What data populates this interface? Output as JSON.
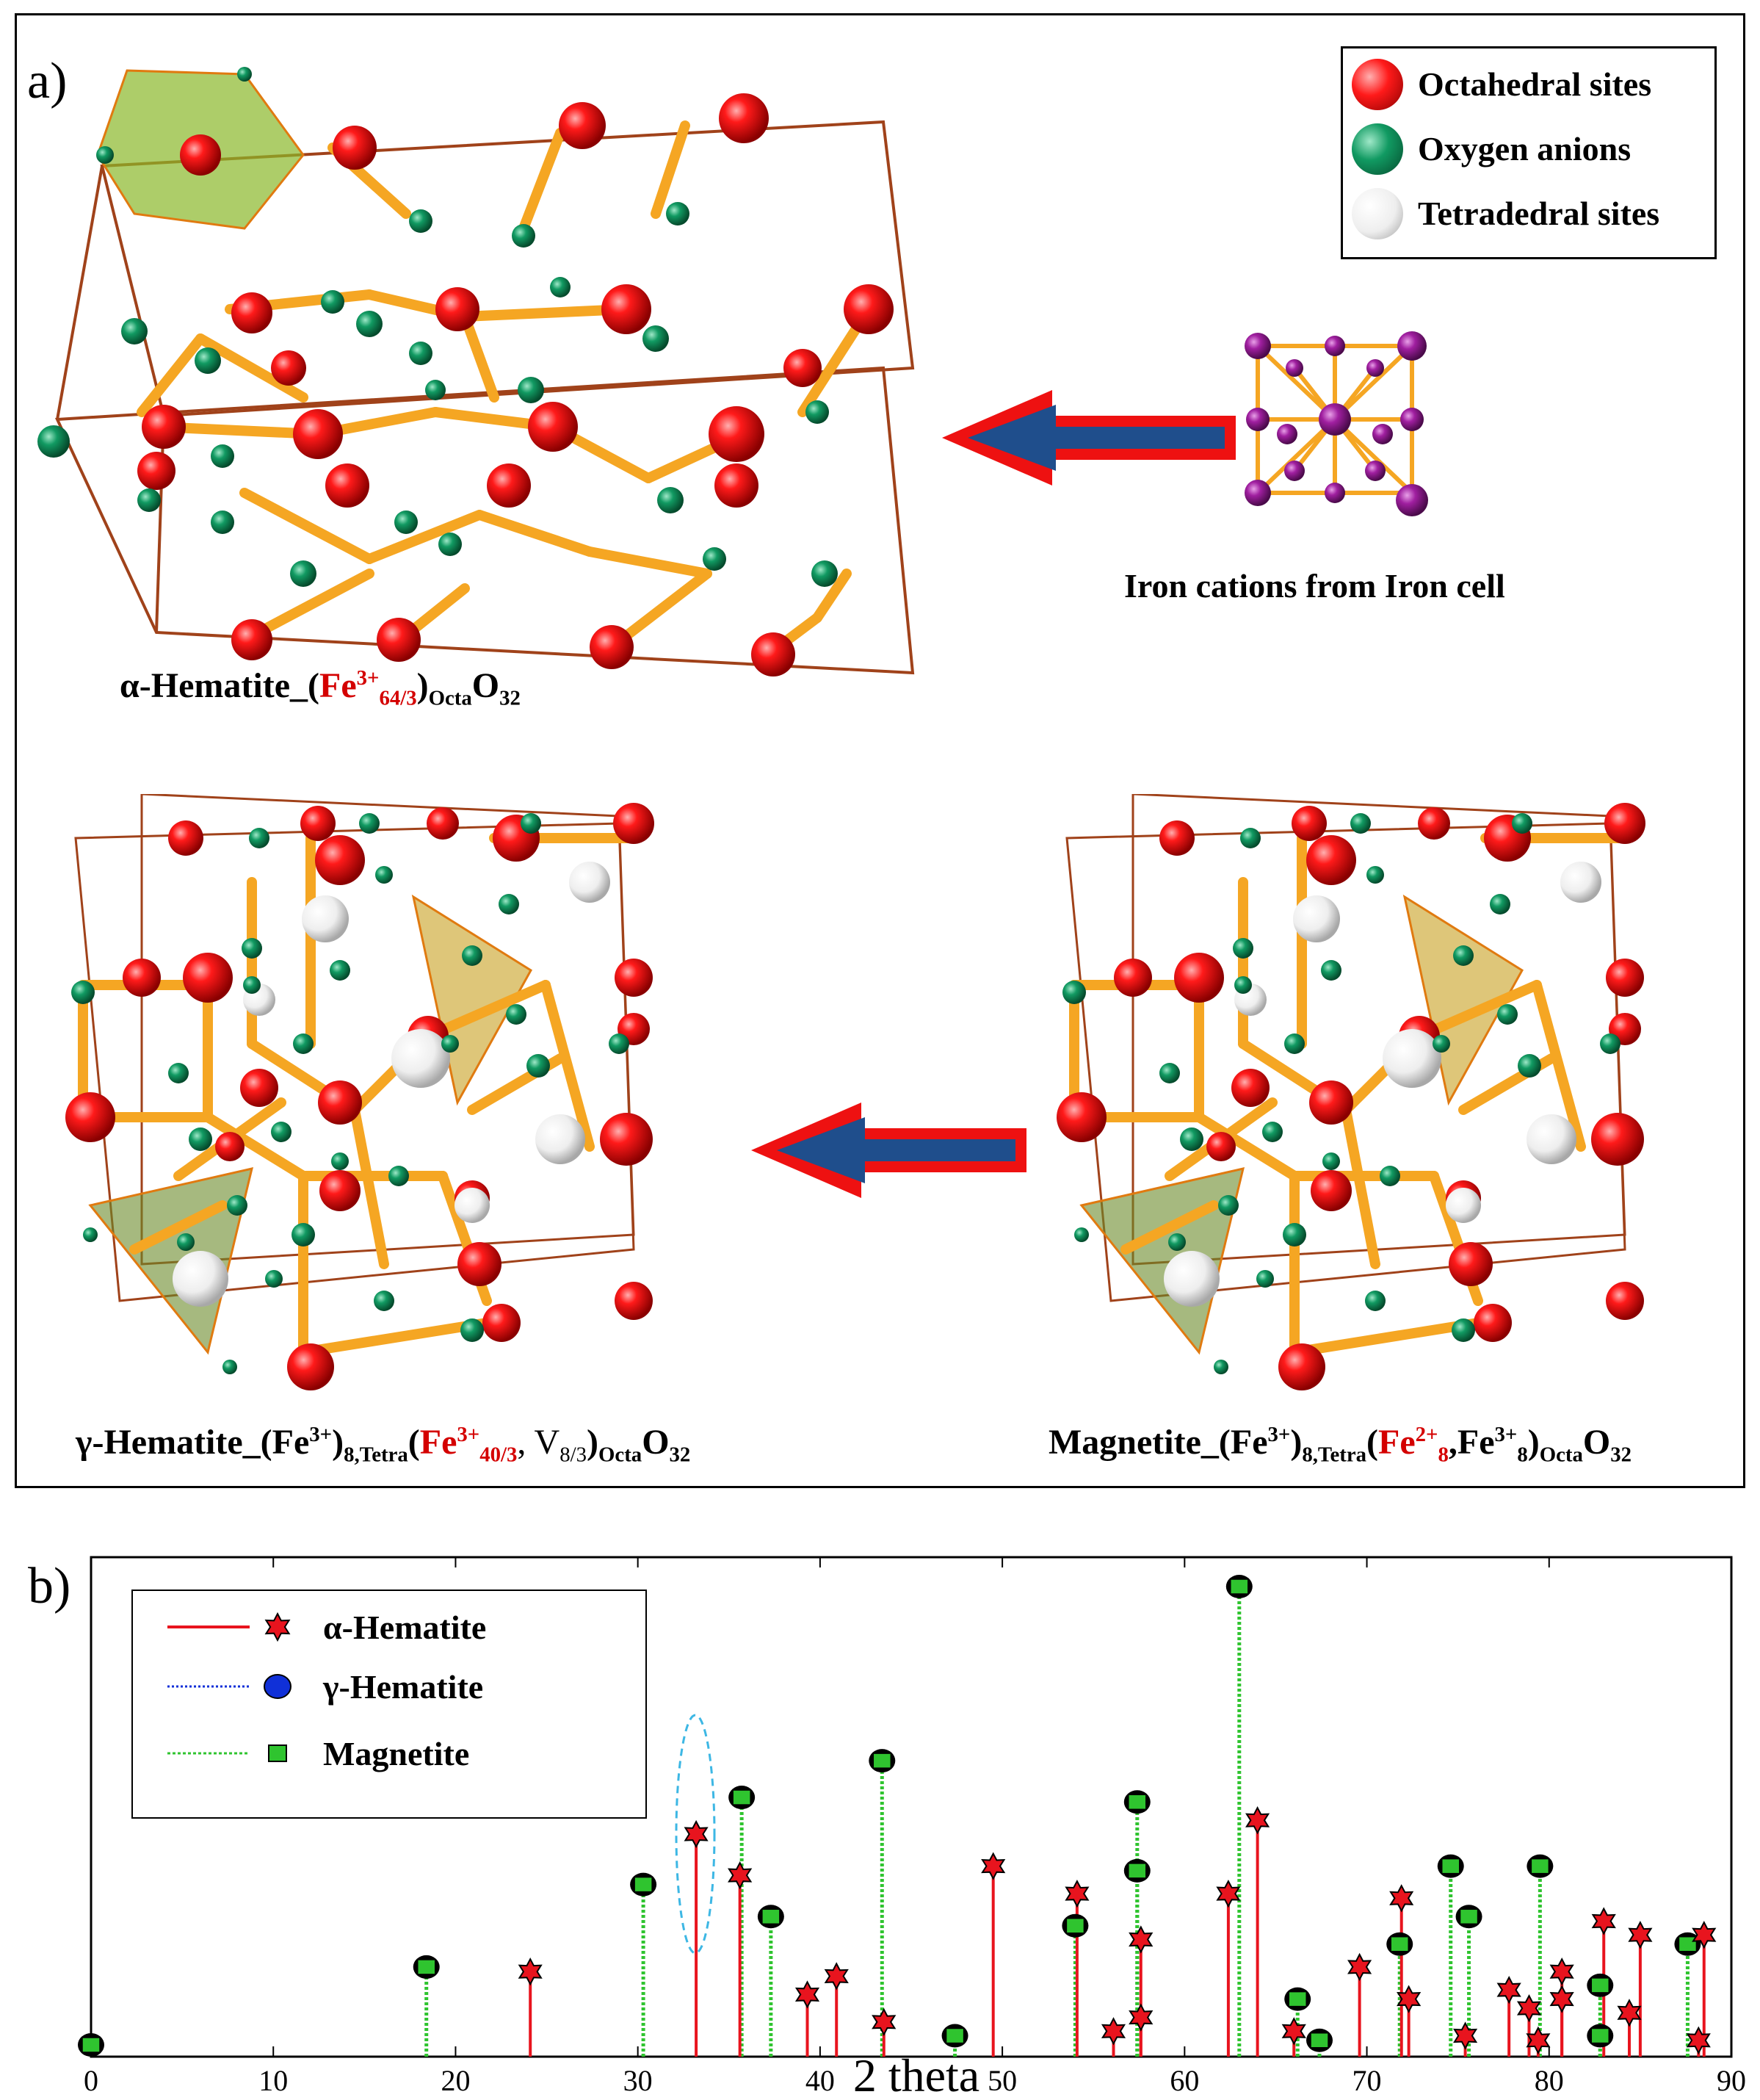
{
  "panel_a": {
    "label": "a)",
    "legend": [
      {
        "label": "Octahedral sites",
        "color": "#e8000a"
      },
      {
        "label": "Oxygen anions",
        "color": "#0a8f5a"
      },
      {
        "label": "Tetradedral sites",
        "color": "#f2f2f2"
      }
    ],
    "iron_label": "Iron cations from Iron cell",
    "captions": {
      "alpha": {
        "prefix": "α-Hematite_(",
        "fe": "Fe",
        "fe_sup": "3+",
        "fe_sub": "64/3",
        "close": ")",
        "octa": "Octa",
        "o": "O",
        "o_sub": "32"
      },
      "gamma": {
        "prefix": "γ-Hematite_(Fe",
        "sup1": "3+",
        "close1": ")",
        "tetra": "8,Tetra",
        "open2": "(",
        "fe": "Fe",
        "fe_sup": "3+",
        "fe_sub": "40/3",
        "vac": ", V",
        "vac_sub": "8/3",
        "close2": ")",
        "octa": "Octa",
        "o": "O",
        "o_sub": "32"
      },
      "magnetite": {
        "prefix": "Magnetite_(Fe",
        "sup1": "3+",
        "close1": ")",
        "tetra": "8,Tetra",
        "open2": "(",
        "fe": "Fe",
        "fe_sup": "2+",
        "fe_sub": "8",
        "sep": ",Fe",
        "sup3": "3+",
        "sub3": "8",
        "close2": ")",
        "octa": "Octa",
        "o": "O",
        "o_sub": "32"
      }
    },
    "colors": {
      "arrow_red": "#ee1111",
      "arrow_blue": "#1f4e8c",
      "bond": "#f5a623",
      "cell": "#a0421a",
      "iron_atom": "#9b1f9b"
    }
  },
  "panel_b": {
    "label": "b)"
  },
  "chart_data": {
    "type": "stem",
    "xlabel": "2 theta",
    "ylabel": "",
    "xlim": [
      0,
      90
    ],
    "ylim": [
      0,
      1
    ],
    "x_ticks": [
      "0",
      "10",
      "20",
      "30",
      "40",
      "50",
      "60",
      "70",
      "80",
      "90"
    ],
    "legend_position": "top-left",
    "grid": false,
    "series": [
      {
        "name": "α-Hematite",
        "color": "#e8141e",
        "marker": "star",
        "points": [
          [
            24.1,
            0.16
          ],
          [
            33.2,
            0.46
          ],
          [
            35.6,
            0.37
          ],
          [
            39.3,
            0.11
          ],
          [
            40.9,
            0.15
          ],
          [
            43.5,
            0.05
          ],
          [
            49.5,
            0.39
          ],
          [
            54.1,
            0.33
          ],
          [
            56.1,
            0.03
          ],
          [
            57.6,
            0.23
          ],
          [
            57.6,
            0.06
          ],
          [
            62.4,
            0.33
          ],
          [
            64.0,
            0.49
          ],
          [
            66.0,
            0.03
          ],
          [
            69.6,
            0.17
          ],
          [
            71.9,
            0.32
          ],
          [
            72.3,
            0.1
          ],
          [
            75.4,
            0.02
          ],
          [
            77.8,
            0.12
          ],
          [
            78.9,
            0.08
          ],
          [
            79.4,
            0.01
          ],
          [
            80.7,
            0.1
          ],
          [
            80.7,
            0.16
          ],
          [
            83.0,
            0.27
          ],
          [
            84.4,
            0.07
          ],
          [
            85.0,
            0.24
          ],
          [
            88.2,
            0.01
          ],
          [
            88.5,
            0.24
          ]
        ]
      },
      {
        "name": "γ-Hematite",
        "color": "#1030d8",
        "marker": "circle",
        "points": [
          [
            0.0,
            0.0
          ],
          [
            18.4,
            0.17
          ],
          [
            30.3,
            0.35
          ],
          [
            35.7,
            0.54
          ],
          [
            37.3,
            0.28
          ],
          [
            43.4,
            0.62
          ],
          [
            47.4,
            0.02
          ],
          [
            54.0,
            0.26
          ],
          [
            57.4,
            0.53
          ],
          [
            57.4,
            0.38
          ],
          [
            63.0,
            1.0
          ],
          [
            66.2,
            0.1
          ],
          [
            67.4,
            0.01
          ],
          [
            71.8,
            0.22
          ],
          [
            74.6,
            0.39
          ],
          [
            75.6,
            0.28
          ],
          [
            79.5,
            0.39
          ],
          [
            82.8,
            0.13
          ],
          [
            82.8,
            0.02
          ],
          [
            87.6,
            0.22
          ]
        ]
      },
      {
        "name": "Magnetite",
        "color": "#2fc42f",
        "marker": "square",
        "points": [
          [
            0.0,
            0.0
          ],
          [
            18.4,
            0.17
          ],
          [
            30.3,
            0.35
          ],
          [
            35.7,
            0.54
          ],
          [
            37.3,
            0.28
          ],
          [
            43.4,
            0.62
          ],
          [
            47.4,
            0.02
          ],
          [
            54.0,
            0.26
          ],
          [
            57.4,
            0.53
          ],
          [
            57.4,
            0.38
          ],
          [
            63.0,
            1.0
          ],
          [
            66.2,
            0.1
          ],
          [
            67.4,
            0.01
          ],
          [
            71.8,
            0.22
          ],
          [
            74.6,
            0.39
          ],
          [
            75.6,
            0.28
          ],
          [
            79.5,
            0.39
          ],
          [
            82.8,
            0.13
          ],
          [
            82.8,
            0.02
          ],
          [
            87.6,
            0.22
          ]
        ]
      }
    ],
    "highlight": {
      "x": 33.2,
      "style": "dashed-ellipse",
      "color": "#3db7e4"
    }
  }
}
